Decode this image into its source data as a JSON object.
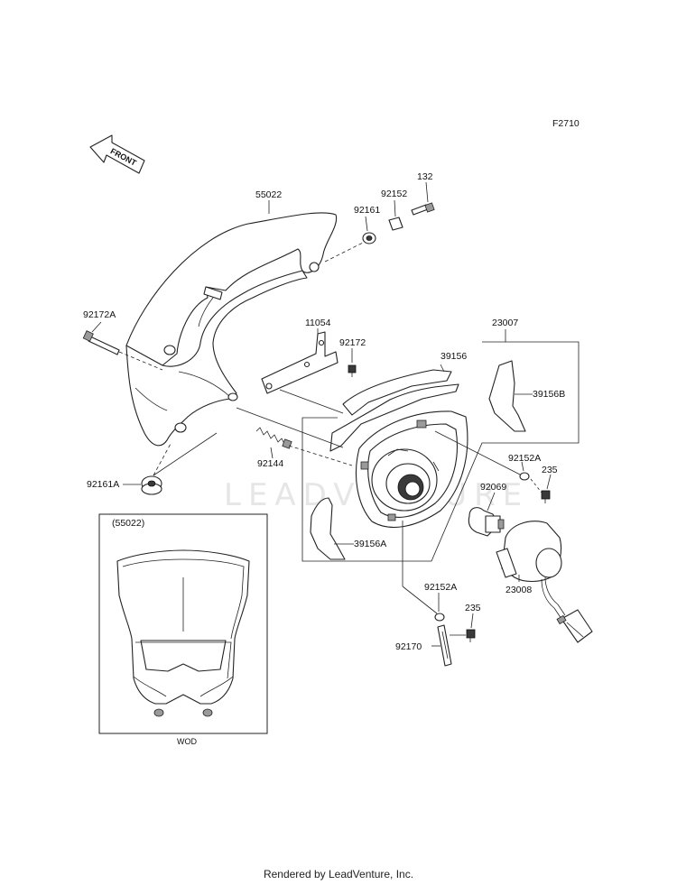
{
  "diagram": {
    "code": "F2710",
    "front_label": "FRONT",
    "watermark": "LEADVENTURE",
    "inset": {
      "title": "(55022)",
      "caption": "WOD"
    },
    "parts": [
      "55022",
      "92161",
      "92152",
      "132",
      "92172A",
      "11054",
      "92172",
      "23007",
      "39156",
      "39156B",
      "92144",
      "92152A",
      "235",
      "92161A",
      "92069",
      "39156A",
      "23008",
      "92152A",
      "235",
      "92170"
    ]
  },
  "footer": "Rendered by LeadVenture, Inc."
}
